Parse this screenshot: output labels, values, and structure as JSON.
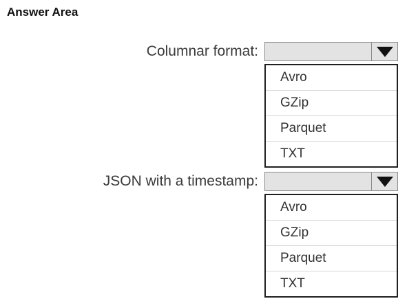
{
  "title": "Answer Area",
  "dropdowns": [
    {
      "label": "Columnar format:",
      "value": "",
      "options": [
        "Avro",
        "GZip",
        "Parquet",
        "TXT"
      ]
    },
    {
      "label": "JSON with a timestamp:",
      "value": "",
      "options": [
        "Avro",
        "GZip",
        "Parquet",
        "TXT"
      ]
    }
  ],
  "icons": {
    "dropdown_arrow": "caret-down"
  },
  "colors": {
    "select_fill": "#e3e3e3",
    "select_border": "#8c8c8c",
    "list_border": "#1f1f1f",
    "row_divider": "#d6d6d6",
    "text": "#333333",
    "arrow": "#111111"
  }
}
